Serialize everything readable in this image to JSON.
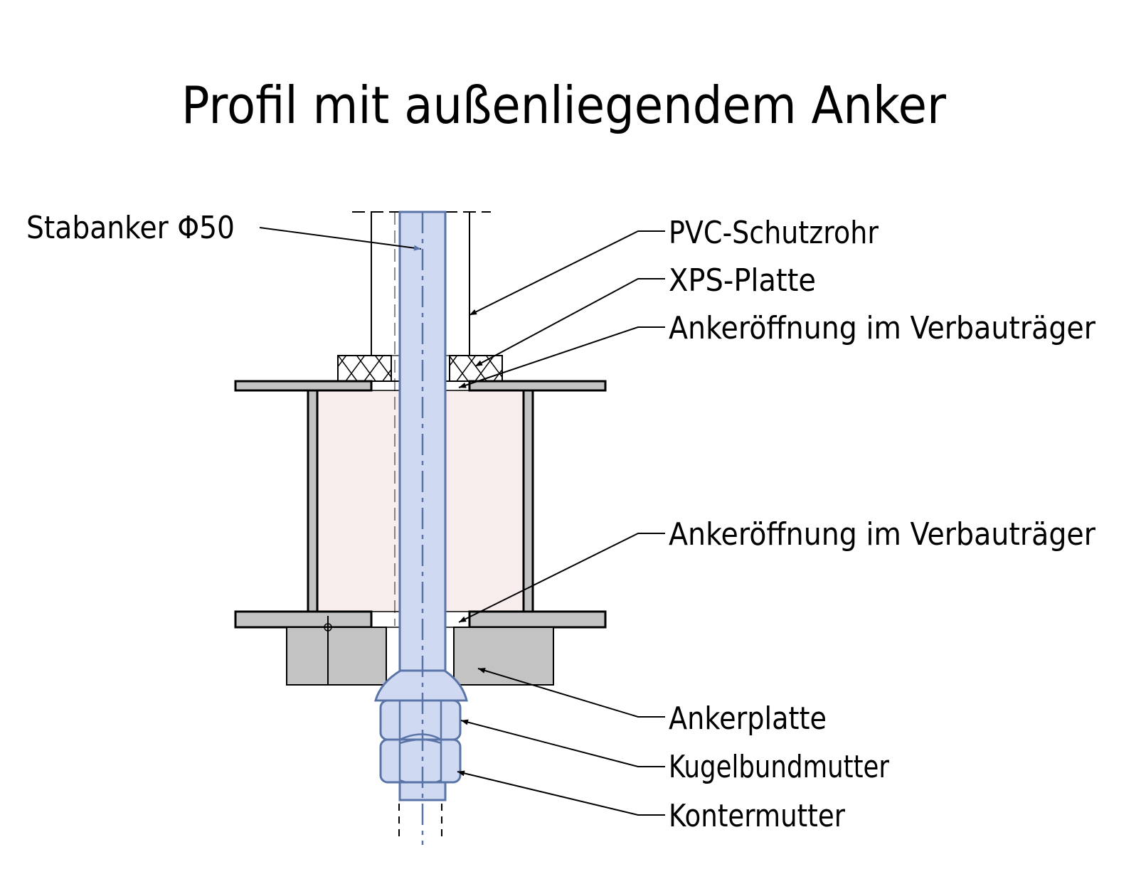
{
  "title": "Profil mit außenliegendem Anker",
  "labels": {
    "stabanker": "Stabanker Φ50",
    "pvc": "PVC-Schutzrohr",
    "xps": "XPS-Platte",
    "ankeroeffnung_top": "Ankeröffnung im Verbauträger",
    "ankeroeffnung_bottom": "Ankeröffnung im Verbauträger",
    "ankerplatte": "Ankerplatte",
    "kugelbundmutter": "Kugelbundmutter",
    "kontermutter": "Kontermutter"
  },
  "colors": {
    "rod": "#cfdaf2",
    "rod_outline": "#5a74a8",
    "steel": "#c3c3c3",
    "profile_fill": "#f8eded"
  }
}
